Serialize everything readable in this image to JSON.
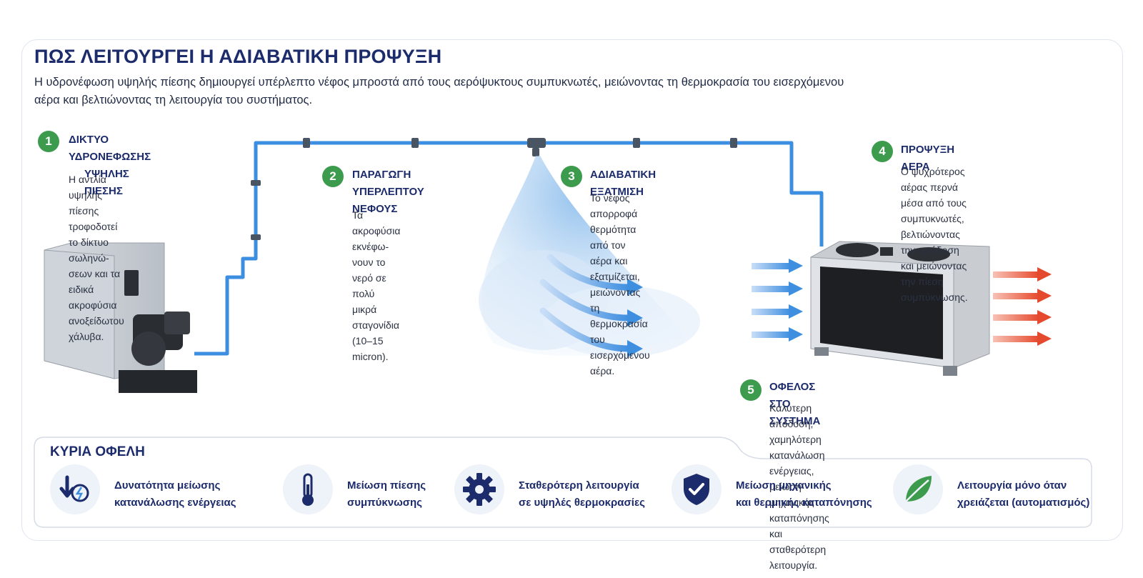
{
  "header": {
    "title": "ΠΩΣ ΛΕΙΤΟΥΡΓΕΙ Η ΑΔΙΑΒΑΤΙΚΗ ΠΡΟΨΥΞΗ",
    "subtitle_line1": "Η υδρονέφωση υψηλής πίεσης δημιουργεί υπέρλεπτο νέφος μπροστά από τους αερόψυκτους συμπυκνωτές, μειώνοντας τη θερμοκρασία του εισερχόμενου",
    "subtitle_line2": "αέρα και βελτιώνοντας τη λειτουργία του συστήματος."
  },
  "steps": [
    {
      "number": "1",
      "title_line1": "ΔΙΚΤΥΟ ΥΔΡΟΝΕΦΩΣΗΣ",
      "title_line2": "ΥΨΗΛΗΣ ΠΙΕΣΗΣ",
      "text_lines": [
        "Η αντλία υψηλής πίεσης",
        "τροφοδοτεί το δίκτυο σωληνώ-",
        "σεων και τα ειδικά ακροφύσια",
        "ανοξείδωτου χάλυβα."
      ]
    },
    {
      "number": "2",
      "title_line1": "ΠΑΡΑΓΩΓΗ",
      "title_line2": "ΥΠΕΡΛΕΠΤΟΥ ΝΕΦΟΥΣ",
      "text_lines": [
        "Τα ακροφύσια εκνέφω-",
        "νουν το νερό σε πολύ",
        "μικρά σταγονίδια",
        "(10–15 micron)."
      ]
    },
    {
      "number": "3",
      "title_line1": "ΑΔΙΑΒΑΤΙΚΗ ΕΞΑΤΜΙΣΗ",
      "title_line2": "",
      "text_lines": [
        "Το νέφος απορροφά θερμότητα",
        "από τον αέρα και εξατμίζεται,",
        "μειώνοντας τη θερμοκρασία",
        "του εισερχόμενου αέρα."
      ]
    },
    {
      "number": "4",
      "title_line1": "ΠΡΟΨΥΞΗ ΑΕΡΑ",
      "title_line2": "",
      "text_lines": [
        "Ο ψυχρότερος αέρας περνά",
        "μέσα από τους συμπυκνωτές,",
        "βελτιώνοντας την απόδοση",
        "και μειώνοντας την πίεση",
        "συμπύκνωσης."
      ]
    },
    {
      "number": "5",
      "title_line1": "ΟΦΕΛΟΣ ΣΤΟ ΣΥΣΤΗΜΑ",
      "title_line2": "",
      "text_lines": [
        "Καλύτερη απόδοση, χαμηλότερη κατανάλωση ενέργειας,",
        "μείωση μηχανικής καταπόνησης και σταθερότερη",
        "λειτουργία."
      ]
    }
  ],
  "benefits": {
    "heading": "ΚΥΡΙΑ ΟΦΕΛΗ",
    "items": [
      {
        "icon": "energy-down-icon",
        "line1": "Δυνατότητα μείωσης",
        "line2": "κατανάλωσης ενέργειας"
      },
      {
        "icon": "thermometer-icon",
        "line1": "Μείωση πίεσης",
        "line2": "συμπύκνωσης"
      },
      {
        "icon": "gear-icon",
        "line1": "Σταθερότερη λειτουργία",
        "line2": "σε υψηλές θερμοκρασίες"
      },
      {
        "icon": "shield-check-icon",
        "line1": "Μείωση μηχανικής",
        "line2": "και θερμικής καταπόνησης"
      },
      {
        "icon": "leaf-icon",
        "line1": "Λειτουργία μόνο όταν",
        "line2": "χρειάζεται (αυτοματισμός)"
      }
    ]
  },
  "colors": {
    "accent_green": "#3d9b4e",
    "title_navy": "#1c2b6b",
    "pipe_blue": "#3b8ee0",
    "cool_arrow": "#3f8fe0",
    "hot_arrow": "#e64a2e"
  }
}
